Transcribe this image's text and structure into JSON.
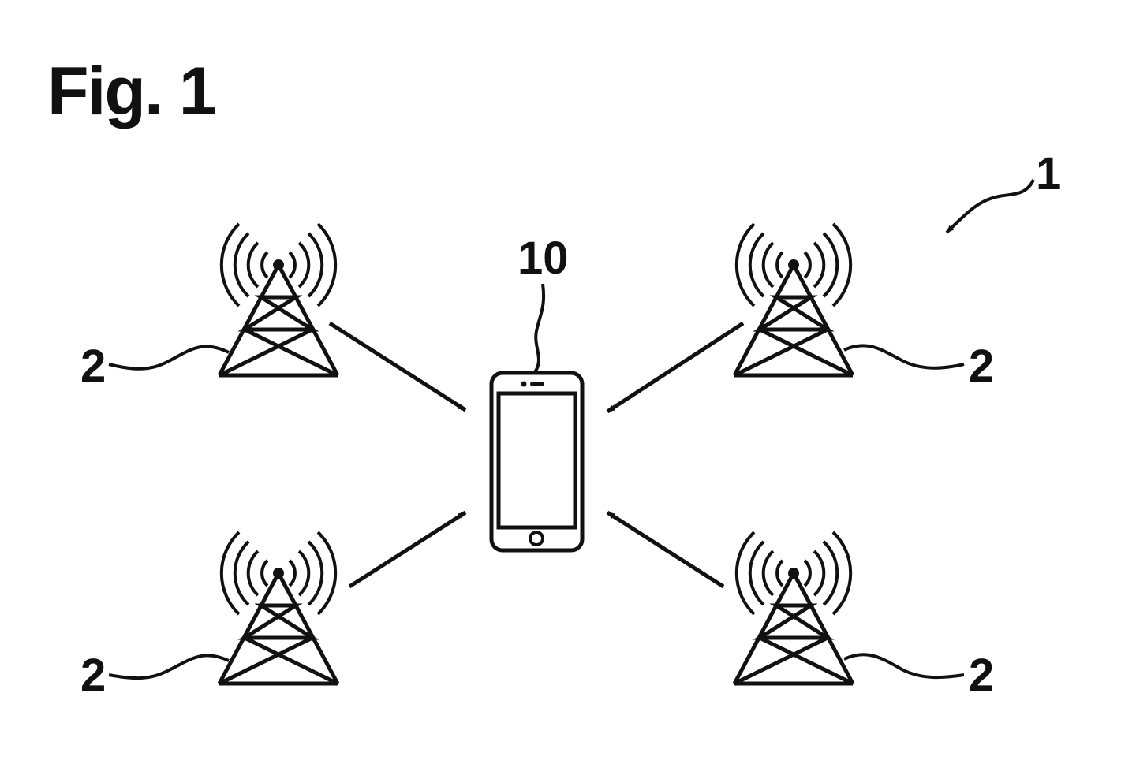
{
  "figure": {
    "title": "Fig. 1",
    "system_ref": "1",
    "device_ref": "10",
    "tower_ref": "2"
  },
  "elements": {
    "towers": [
      {
        "id": "top-left",
        "ref": "2",
        "icon": "cell-tower-icon"
      },
      {
        "id": "top-right",
        "ref": "2",
        "icon": "cell-tower-icon"
      },
      {
        "id": "bottom-left",
        "ref": "2",
        "icon": "cell-tower-icon"
      },
      {
        "id": "bottom-right",
        "ref": "2",
        "icon": "cell-tower-icon"
      }
    ],
    "device": {
      "ref": "10",
      "icon": "smartphone-icon"
    },
    "arrows_toward_device": 4
  },
  "colors": {
    "ink": "#111111",
    "background": "#ffffff"
  }
}
